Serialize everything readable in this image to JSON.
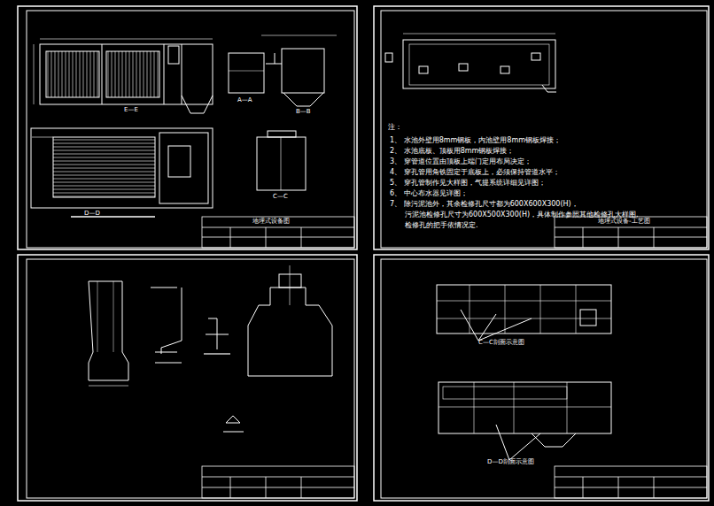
{
  "diagram": {
    "labels": [
      "注：",
      "1、 水池外壁用8mm钢板，内池壁用8mm钢板焊接；",
      "2、 水池底板、顶板用8mm钢板焊接；",
      "3、 穿管道位置由顶板上端门定用布局决定；",
      "4、 穿孔管用角铁固定于底板上，必须保持管道水平；",
      "5、 穿孔管制作见大样图，气提系统详细见详图；",
      "6、 中心布水器见详图；",
      "7、 除污泥池外，其余检修孔尺寸都为600X600X300(H)，",
      "污泥池检修孔尺寸为600X500X300(H)，具体制作参照其他检修孔大样图.",
      "检修孔的把手依情况定.",
      "E—E",
      "A—A",
      "B—B",
      "D—D",
      "C—C",
      "地埋式设备图",
      "地埋式设备-工艺图",
      "C—C剖面示意图",
      "D—D剖面示意图"
    ]
  }
}
